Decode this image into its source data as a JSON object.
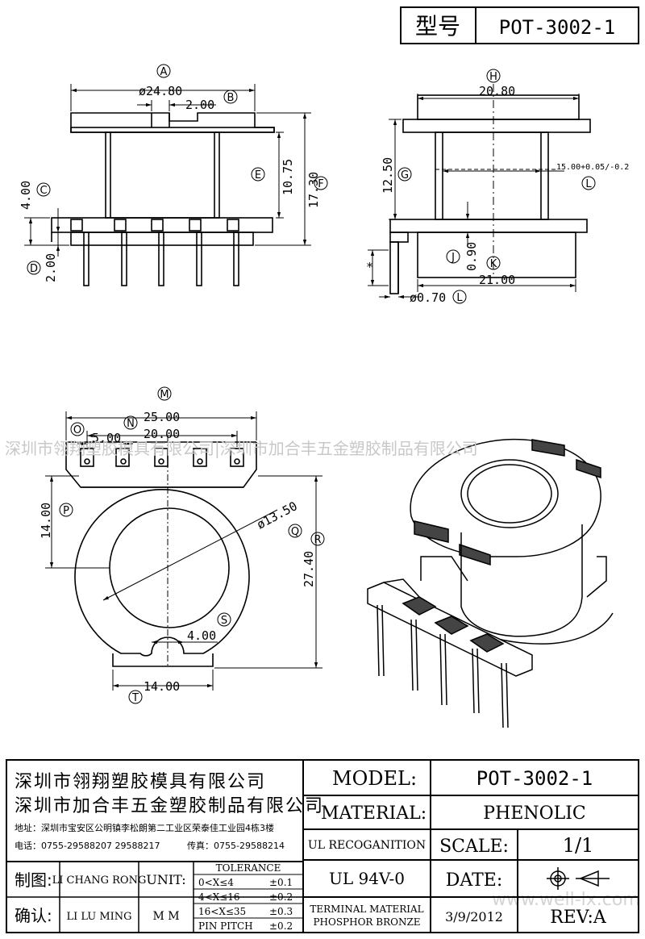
{
  "header": {
    "type_label": "型号",
    "model": "POT-3002-1"
  },
  "front_view": {
    "dims": {
      "d1": "ø24.80",
      "d2": "2.00",
      "d3": "10.75",
      "d4": "17.30",
      "d5": "4.00",
      "d6": "2.00"
    },
    "labels": {
      "a": "A",
      "b": "B",
      "c": "C",
      "d": "D",
      "e": "E",
      "f": "F"
    }
  },
  "side_view": {
    "dims": {
      "d1": "20.80",
      "d2": "12.50",
      "d3": "15.00+0.05/-0.2",
      "d4": "0.90",
      "d5": "21.00",
      "d6": "ø0.70",
      "d7": "*"
    },
    "labels": {
      "g": "G",
      "h": "H",
      "j": "J",
      "k": "K",
      "l": "L",
      "l2": "L"
    }
  },
  "top_view": {
    "dims": {
      "d1": "25.00",
      "d2": "5.00",
      "d3": "20.00",
      "d4": "14.00",
      "d5": "ø13.50",
      "d6": "27.40",
      "d7": "4.00",
      "d8": "14.00"
    },
    "labels": {
      "m": "M",
      "n": "N",
      "o": "O",
      "p": "P",
      "q": "Q",
      "r": "R",
      "s": "S",
      "t": "T"
    }
  },
  "watermark": {
    "text": "深圳市翎翔塑胶模具有限公司|深圳市加合丰五金塑胶制品有限公司",
    "site": "www.well-lx.com"
  },
  "title_block": {
    "company1": "深圳市翎翔塑胶模具有限公司",
    "company2": "深圳市加合丰五金塑胶制品有限公司",
    "address": "地址：深圳市宝安区公明镇李松朗第二工业区荣泰佳工业园4栋3楼",
    "phone": "电话：0755-29588207  29588217",
    "fax": "传真：0755-29588214",
    "model_label": "MODEL:",
    "model_value": "POT-3002-1",
    "material_label": "MATERIAL:",
    "material_value": "PHENOLIC",
    "ul_label": "UL RECOGANITION",
    "scale_label": "SCALE:",
    "scale_value": "1/1",
    "ul_value": "UL 94V-0",
    "date_label": "DATE:",
    "terminal_label1": "TERMINAL MATERIAL",
    "terminal_label2": "PHOSPHOR  BRONZE",
    "date_value": "3/9/2012",
    "rev": "REV:A",
    "drawn_label": "制图:",
    "drawn_by": "LI CHANG RONG",
    "checked_label": "确认:",
    "checked_by": "LI LU MING",
    "unit_label": "UNIT:",
    "unit_value": "M M",
    "tolerance_title": "TOLERANCE",
    "tolerances": [
      {
        "range": "0<X≤4",
        "value": "±0.1"
      },
      {
        "range": "4<X≤16",
        "value": "±0.2"
      },
      {
        "range": "16<X≤35",
        "value": "±0.3"
      },
      {
        "range": "PIN PITCH",
        "value": "±0.2"
      }
    ]
  }
}
